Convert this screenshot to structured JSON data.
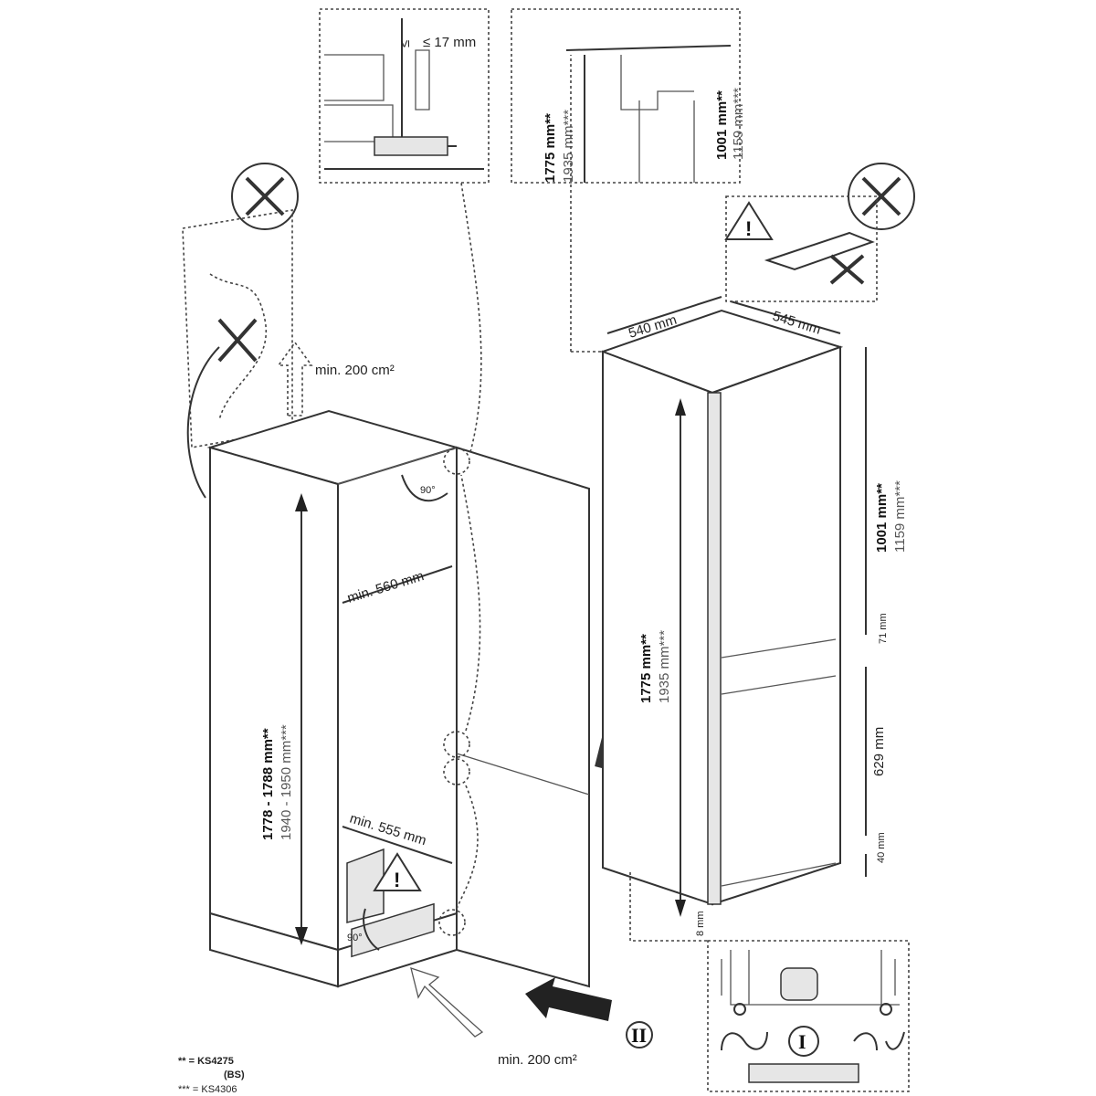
{
  "top_left_detail": {
    "gap_label": "≤ 17 mm"
  },
  "top_right_detail": {
    "height_a": "1775 mm**",
    "height_b": "1935 mm***",
    "mid_a": "1001 mm**",
    "mid_b": "1159 mm***"
  },
  "cabinet": {
    "vent_top": "min. 200 cm²",
    "vent_bottom": "min. 200 cm²",
    "angle_top": "90°",
    "angle_bottom": "90°",
    "width_top": "min. 560 mm",
    "width_bottom": "min. 555 mm",
    "height_a": "1778 - 1788 mm**",
    "height_b": "1940 - 1950 mm***"
  },
  "appliance": {
    "depth": "540 mm",
    "width": "545 mm",
    "height_a": "1775 mm**",
    "height_b": "1935 mm***",
    "upper_a": "1001 mm**",
    "upper_b": "1159 mm***",
    "gap_mid": "71 mm",
    "lower": "629 mm",
    "bottom_gap": "40 mm",
    "foot_gap": "8 mm"
  },
  "steps": {
    "step_two": "II",
    "step_one": "I"
  },
  "legend": {
    "line1": "** = KS4275",
    "line2": "(BS)",
    "line3": "*** = KS4306"
  }
}
